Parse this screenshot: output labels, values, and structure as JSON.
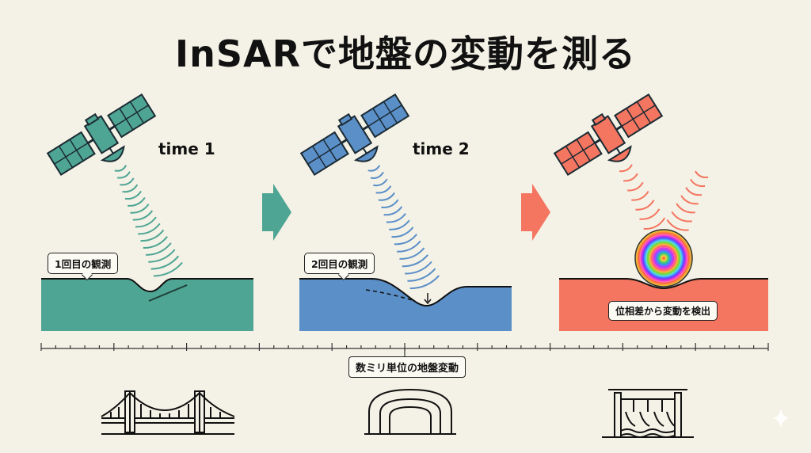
{
  "title": "InSARで地盤の変動を測る",
  "panels": [
    {
      "time_label": "time 1",
      "callout": "1回目の観測",
      "color": "#4fa594"
    },
    {
      "time_label": "time 2",
      "callout": "2回目の観測",
      "color": "#5b8fc8"
    },
    {
      "time_label": "",
      "callout": "位相差から変動を検出",
      "color": "#f47560"
    }
  ],
  "arrows": [
    {
      "color": "#4fa594"
    },
    {
      "color": "#f47560"
    }
  ],
  "scale_label": "数ミリ単位の地盤変動",
  "infrastructure_icons": [
    "bridge-icon",
    "tunnel-icon",
    "dam-icon"
  ]
}
